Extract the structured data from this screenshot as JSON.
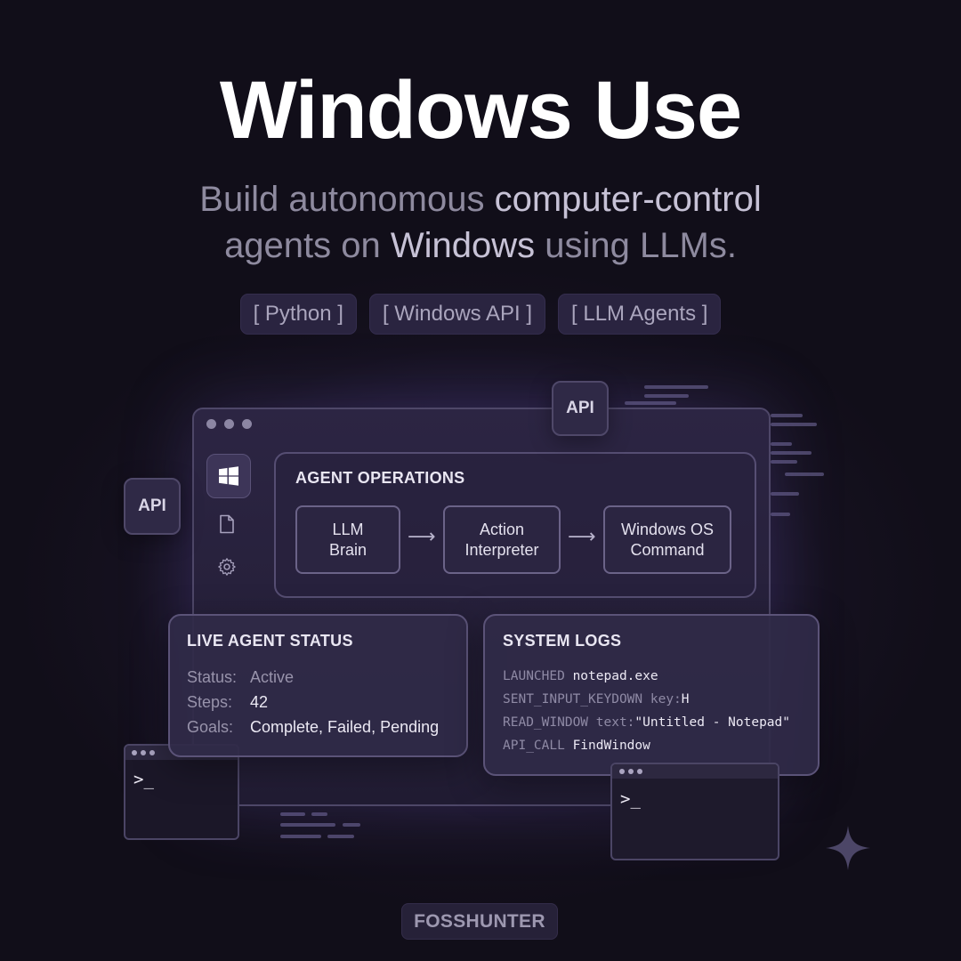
{
  "header": {
    "title": "Windows Use",
    "subtitle": {
      "part1": "Build autonomous ",
      "highlight1": "computer-control",
      "part2": "agents on ",
      "highlight2": "Windows",
      "part3": " using LLMs."
    }
  },
  "tags": [
    "[ Python ]",
    "[ Windows API ]",
    "[ LLM Agents ]"
  ],
  "badges": {
    "api_top": "API",
    "api_left": "API"
  },
  "agent_operations": {
    "title": "AGENT OPERATIONS",
    "steps": [
      {
        "line1": "LLM",
        "line2": "Brain"
      },
      {
        "line1": "Action",
        "line2": "Interpreter"
      },
      {
        "line1": "Windows OS",
        "line2": "Command"
      }
    ],
    "arrow": "⟶"
  },
  "live_status": {
    "title": "LIVE AGENT STATUS",
    "rows": [
      {
        "label": "Status:",
        "value": "Active"
      },
      {
        "label": "Steps:",
        "value": "42"
      },
      {
        "label": "Goals:",
        "value": "Complete, Failed, Pending"
      }
    ]
  },
  "system_logs": {
    "title": "SYSTEM LOGS",
    "lines": [
      {
        "key": "LAUNCHED ",
        "value": "notepad.exe"
      },
      {
        "key": "SENT_INPUT_KEYDOWN key:",
        "value": "H"
      },
      {
        "key": "READ_WINDOW text:",
        "value": "\"Untitled - Notepad\""
      },
      {
        "key": "API_CALL ",
        "value": "FindWindow"
      }
    ]
  },
  "terminals": {
    "prompt": ">_"
  },
  "footer": {
    "brand": "FOSSHUNTER"
  },
  "icons": [
    "windows-logo-icon",
    "file-icon",
    "gear-icon",
    "sparkle-icon"
  ],
  "colors": {
    "background": "#15111f",
    "accent": "#3b2f62",
    "text_primary": "#ffffff",
    "text_muted": "#8e8a9f"
  }
}
